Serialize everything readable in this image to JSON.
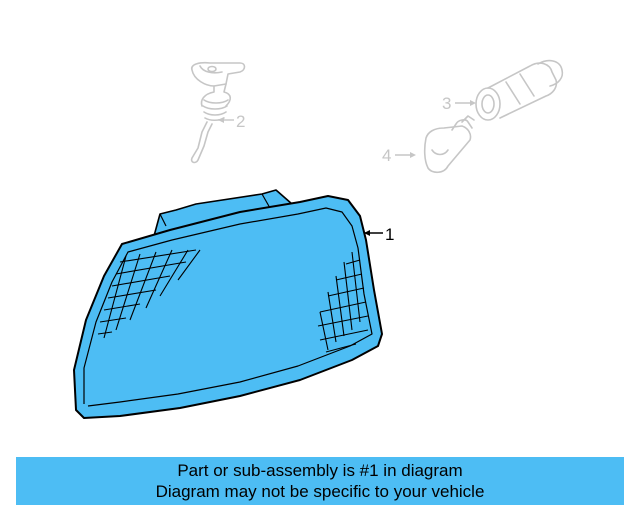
{
  "colors": {
    "highlight": "#4dbdf4",
    "banner": "#4dbdf4",
    "ghost": "#c6c6c6",
    "line": "#000000"
  },
  "callouts": [
    {
      "label": "1",
      "part": "lamp-lens-assembly",
      "highlighted": true
    },
    {
      "label": "2",
      "part": "wiring-socket",
      "highlighted": false
    },
    {
      "label": "3",
      "part": "bulb-socket",
      "highlighted": false
    },
    {
      "label": "4",
      "part": "bulb",
      "highlighted": false
    }
  ],
  "banner": {
    "line1": "Part or sub-assembly is #1 in diagram",
    "line2": "Diagram may not be specific to your vehicle"
  }
}
